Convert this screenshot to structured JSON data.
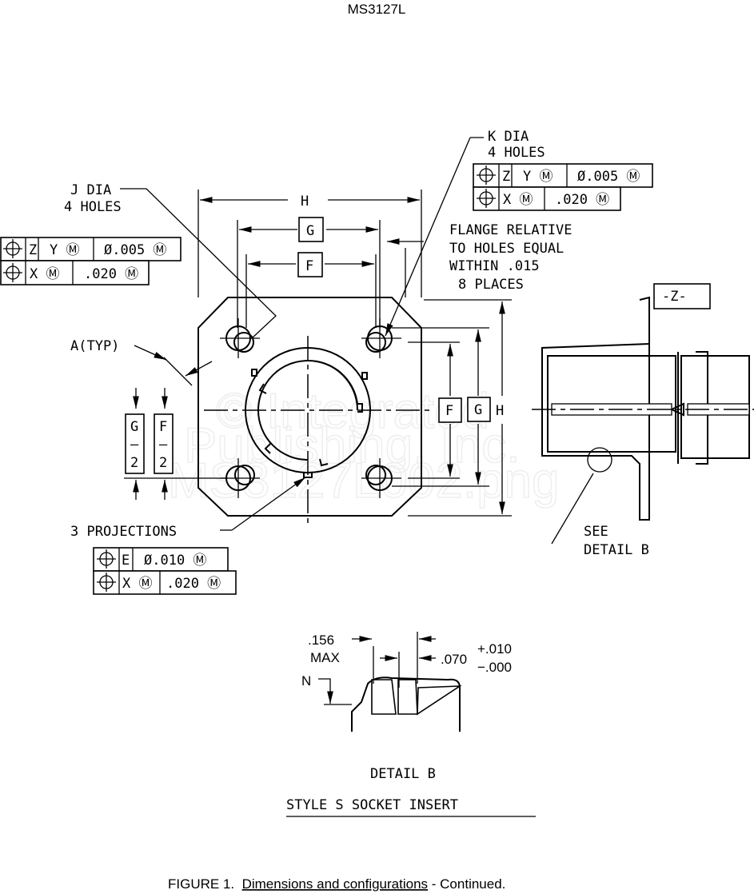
{
  "header": {
    "title": "MS3127L"
  },
  "watermark": {
    "line1": "© Integrated",
    "line2": "Publishing, Inc.",
    "line3": "MS3127L002.png"
  },
  "dimensions": {
    "H": "H",
    "G": "G",
    "F": "F",
    "G_half_top": "G",
    "G_half_mid": "–",
    "G_half_bot": "2",
    "F_half_top": "F",
    "F_half_mid": "–",
    "F_half_bot": "2",
    "Z": "-Z-"
  },
  "notes": {
    "j_dia_1": "J DIA",
    "j_dia_2": "4 HOLES",
    "k_dia_1": "K DIA",
    "k_dia_2": "4 HOLES",
    "flange_1": "FLANGE RELATIVE",
    "flange_2": "TO HOLES EQUAL",
    "flange_3": "WITHIN .015",
    "flange_4": "8 PLACES",
    "a_typ": "A(TYP)",
    "projections": "3 PROJECTIONS",
    "see_detail_1": "SEE",
    "see_detail_2": "DETAIL B"
  },
  "frames": {
    "j": {
      "r1": [
        "Z",
        "Y Ⓜ",
        "Ø.005 Ⓜ"
      ],
      "r2": [
        "X Ⓜ",
        ".020 Ⓜ"
      ]
    },
    "k": {
      "r1": [
        "Z",
        "Y Ⓜ",
        "Ø.005 Ⓜ"
      ],
      "r2": [
        "X Ⓜ",
        ".020 Ⓜ"
      ]
    },
    "p": {
      "r1": [
        "E",
        "Ø.010 Ⓜ"
      ],
      "r2": [
        "X Ⓜ",
        ".020 Ⓜ"
      ]
    }
  },
  "detail_b": {
    "dim1_1": ".156",
    "dim1_2": "MAX",
    "dim2": ".070",
    "tol_plus": "+.010",
    "tol_minus": "−.000",
    "n": "N",
    "caption": "DETAIL B",
    "subtitle": "STYLE S SOCKET INSERT"
  },
  "figure": {
    "prefix": "FIGURE 1.  ",
    "link": "Dimensions and configurations",
    "suffix": " - Continued."
  }
}
